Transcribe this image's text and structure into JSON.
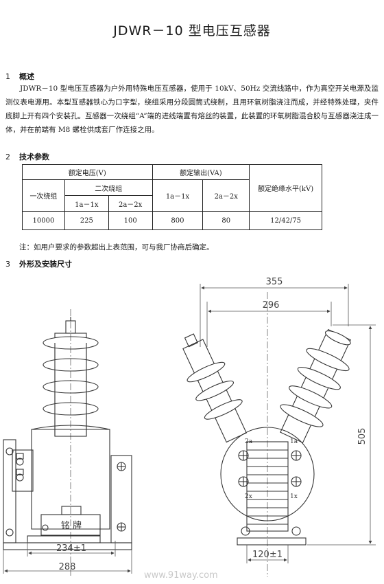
{
  "title": "JDWR－10 型电压互感器",
  "sections": {
    "s1": {
      "num": "1",
      "label": "概述"
    },
    "s2": {
      "num": "2",
      "label": "技术参数"
    },
    "s3": {
      "num": "3",
      "label": "外形及安装尺寸"
    }
  },
  "overview": "JDWR－10 型电压互感器为户外用特殊电压互感器，使用于 10kV、50Hz 交流线路中，作为真空开关电源及监测仪表电源用。本型互感器铁心为口字型，绕组采用分段圆筒式绕制，且用环氧树脂浇注而成，并经特殊处理，夹件底脚上开有四个安装孔。互感器一次绕组“A”端的进线端置有熔丝的装置，此装置的环氧树脂混合胶与互感器浇注成一体，并在前端有 M8 螺栓供成套厂作连接之用。",
  "table": {
    "rated_voltage": "额定电压(V)",
    "primary": "一次绕组",
    "secondary": "二次绕组",
    "sec_1a1x": "1a－1x",
    "sec_2a2x": "2a－2x",
    "rated_output": "额定输出(VA)",
    "out_1a1x": "1a－1x",
    "out_2a2x": "2a－2x",
    "insulation": "额定绝缘水平(kV)",
    "row": {
      "primary": "10000",
      "sec_1a1x": "225",
      "sec_2a2x": "100",
      "out_1a1x": "800",
      "out_2a2x": "80",
      "insulation": "12/42/75"
    }
  },
  "note": "注：如用户要求的参数超出上表范围，可与我厂协商后确定。",
  "drawing": {
    "dim_234": "234±1",
    "dim_288": "288",
    "dim_355": "355",
    "dim_296": "296",
    "dim_505": "505",
    "dim_120": "120±1",
    "nameplate": "铭 牌",
    "terminal_2a": "2a",
    "terminal_1a": "1a",
    "terminal_2x": "2x",
    "terminal_1x": "1x",
    "watermark": "www.91way.com"
  }
}
